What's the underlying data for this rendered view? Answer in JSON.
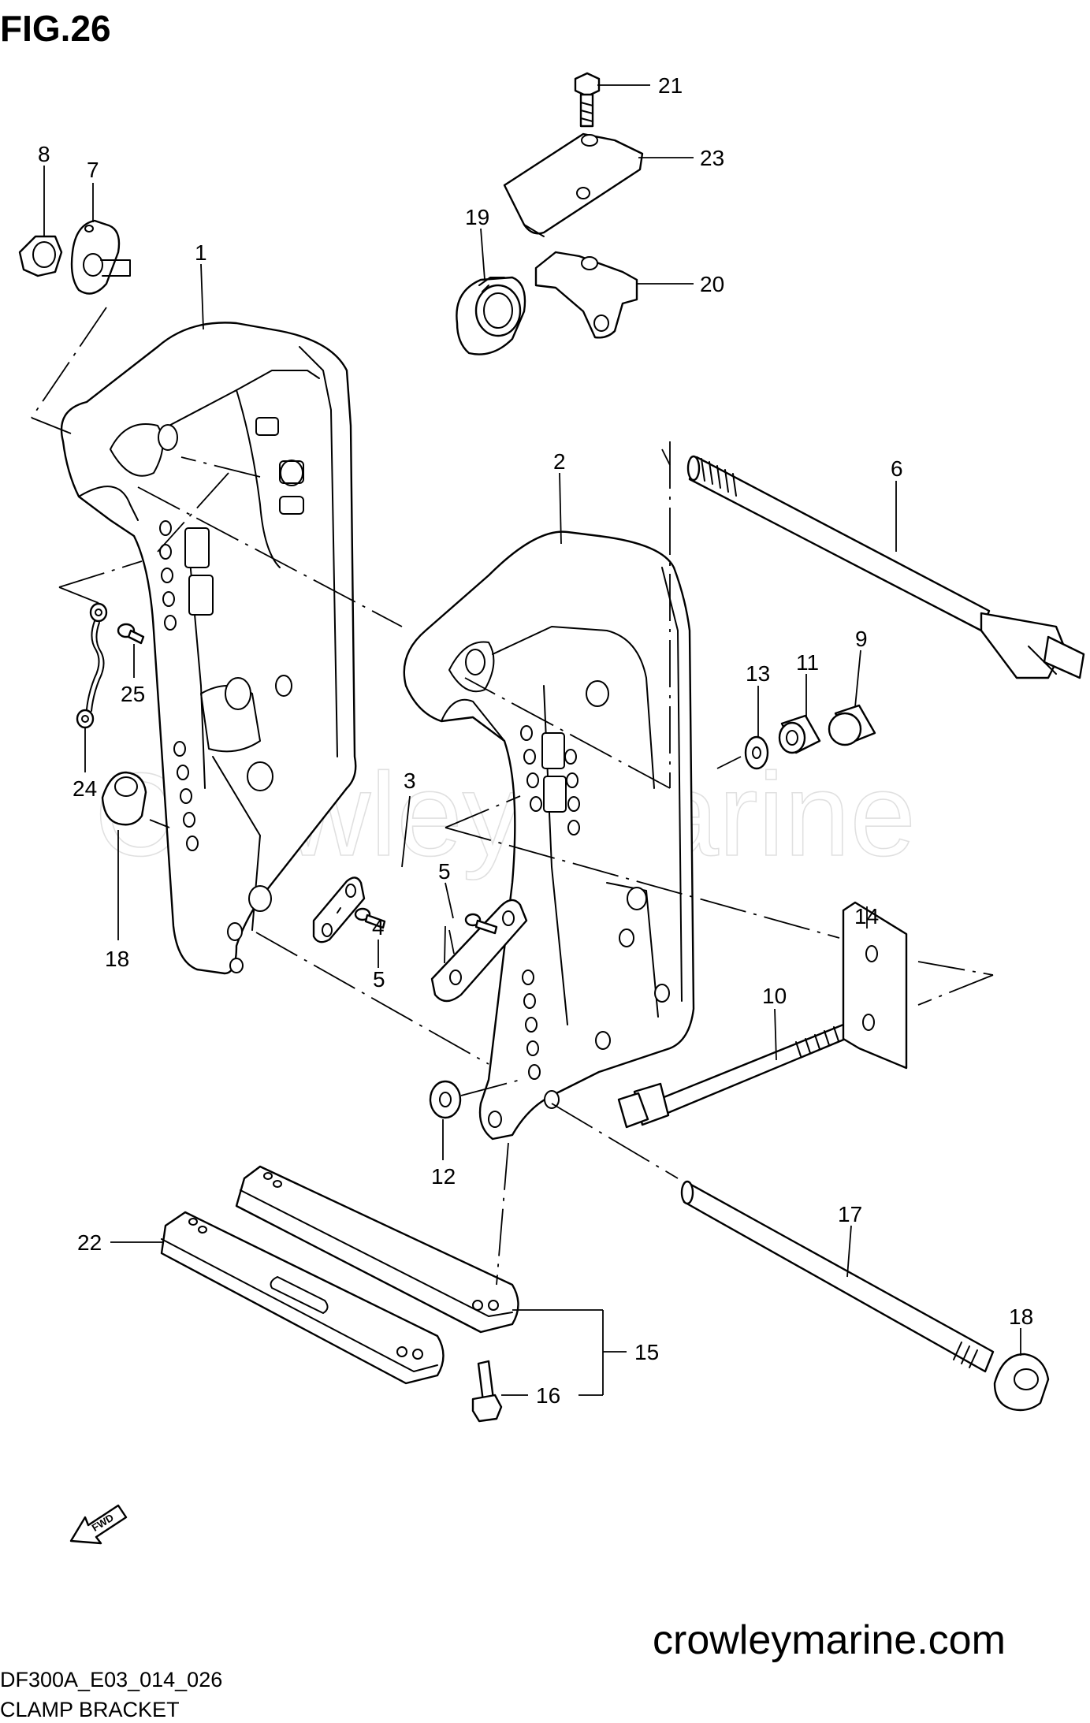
{
  "figure_title": "FIG.26",
  "watermark": "Crowley Marine",
  "footer": {
    "code": "DF300A_E03_014_026",
    "name": "CLAMP BRACKET",
    "website": "crowleymarine.com"
  },
  "fwd_label": "FWD",
  "callouts": {
    "c1": "1",
    "c2": "2",
    "c3": "3",
    "c4": "4",
    "c5a": "5",
    "c5b": "5",
    "c6": "6",
    "c7": "7",
    "c8": "8",
    "c9": "9",
    "c10": "10",
    "c11": "11",
    "c12": "12",
    "c13": "13",
    "c14": "14",
    "c15": "15",
    "c16": "16",
    "c17": "17",
    "c18a": "18",
    "c18b": "18",
    "c19": "19",
    "c20": "20",
    "c21": "21",
    "c22": "22",
    "c23": "23",
    "c24": "24",
    "c25": "25"
  },
  "colors": {
    "line": "#000000",
    "background": "#ffffff",
    "watermark": "#c8c8c8"
  }
}
